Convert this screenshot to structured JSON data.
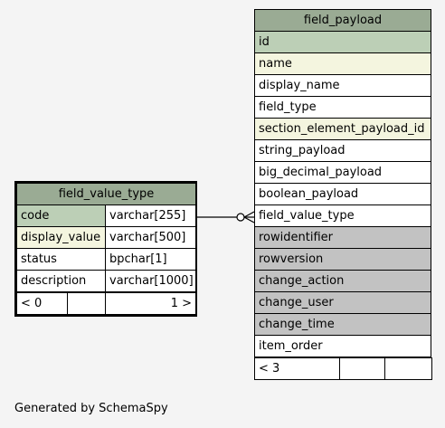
{
  "tables": {
    "field_value_type": {
      "name": "field_value_type",
      "columns": [
        {
          "name": "code",
          "type": "varchar[255]"
        },
        {
          "name": "display_value",
          "type": "varchar[500]"
        },
        {
          "name": "status",
          "type": "bpchar[1]"
        },
        {
          "name": "description",
          "type": "varchar[1000]"
        }
      ],
      "footer": {
        "left": "< 0",
        "middle": "",
        "right": "1 >"
      }
    },
    "field_payload": {
      "name": "field_payload",
      "columns": [
        "id",
        "name",
        "display_name",
        "field_type",
        "section_element_payload_id",
        "string_payload",
        "big_decimal_payload",
        "boolean_payload",
        "field_value_type",
        "rowidentifier",
        "rowversion",
        "change_action",
        "change_user",
        "change_time",
        "item_order"
      ],
      "footer": {
        "left": "< 3",
        "middle": "",
        "right": ""
      }
    }
  },
  "colors": {
    "header": "#9aab94",
    "primary_key": "#bccfb6",
    "indexed": "#f4f5df",
    "implied": "#c2c2c2",
    "plain": "#ffffff"
  },
  "footer_text": "Generated by SchemaSpy"
}
